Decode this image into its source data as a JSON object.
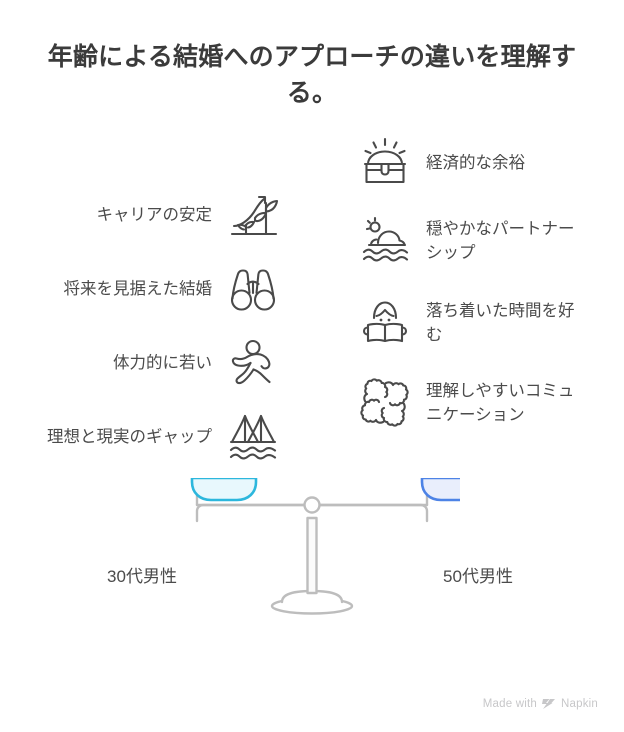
{
  "title": "年齢による結婚へのアプローチの違いを理解する。",
  "colors": {
    "title_text": "#3b3b3b",
    "body_text": "#4b4b4b",
    "icon_stroke": "#4a4a4a",
    "left_pan_stroke": "#2cb7dd",
    "left_pan_fill": "#e8f8fd",
    "right_pan_stroke": "#4d83e6",
    "right_pan_fill": "#e9eefc",
    "scale_frame": "#bdbdbd",
    "watermark": "#c7c7c9",
    "background": "#ffffff"
  },
  "left_column": {
    "items": [
      {
        "label": "キャリアの安定",
        "icon": "plant-growth-icon"
      },
      {
        "label": "将来を見据えた結婚",
        "icon": "binoculars-icon"
      },
      {
        "label": "体力的に若い",
        "icon": "running-person-icon"
      },
      {
        "label": "理想と現実のギャップ",
        "icon": "suspension-bridge-icon"
      }
    ]
  },
  "right_column": {
    "items": [
      {
        "label": "経済的な余裕",
        "icon": "treasure-chest-icon"
      },
      {
        "label": "穏やかなパートナーシップ",
        "icon": "sunset-waves-icon"
      },
      {
        "label": "落ち着いた時間を好む",
        "icon": "person-reading-icon"
      },
      {
        "label": "理解しやすいコミュニケーション",
        "icon": "interlocking-hands-icon"
      }
    ]
  },
  "scale": {
    "left_label": "30代男性",
    "right_label": "50代男性"
  },
  "watermark": {
    "prefix": "Made with",
    "brand": "Napkin",
    "logo": "napkin-chevron-logo"
  }
}
